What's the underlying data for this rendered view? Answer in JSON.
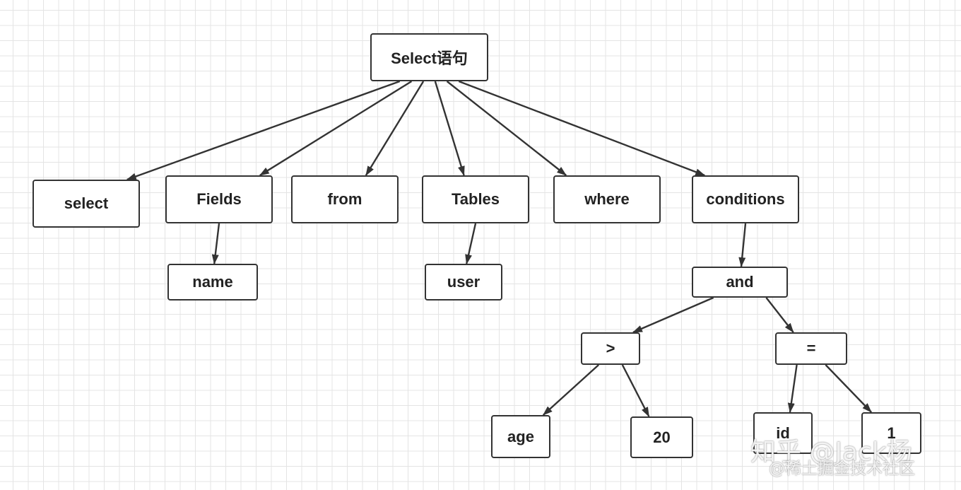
{
  "diagram": {
    "nodes": {
      "root": "Select语句",
      "select": "select",
      "fields": "Fields",
      "from": "from",
      "tables": "Tables",
      "where": "where",
      "conditions": "conditions",
      "name": "name",
      "user": "user",
      "and": "and",
      "gt": ">",
      "eq": "=",
      "age": "age",
      "n20": "20",
      "id": "id",
      "n1": "1"
    },
    "edges": [
      [
        "root",
        "select"
      ],
      [
        "root",
        "fields"
      ],
      [
        "root",
        "from"
      ],
      [
        "root",
        "tables"
      ],
      [
        "root",
        "where"
      ],
      [
        "root",
        "conditions"
      ],
      [
        "fields",
        "name"
      ],
      [
        "tables",
        "user"
      ],
      [
        "conditions",
        "and"
      ],
      [
        "and",
        "gt"
      ],
      [
        "and",
        "eq"
      ],
      [
        "gt",
        "age"
      ],
      [
        "gt",
        "n20"
      ],
      [
        "eq",
        "id"
      ],
      [
        "eq",
        "n1"
      ]
    ]
  },
  "watermark": {
    "line1": "知乎 @Jack杨",
    "line2": "@稀土掘金技术社区"
  }
}
